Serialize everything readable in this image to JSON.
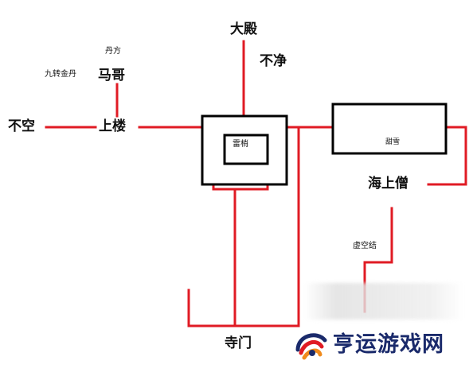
{
  "colors": {
    "line": "#e01b24",
    "box": "#000000",
    "text": "#111111",
    "watermark_text": "#1a2a6b"
  },
  "labels": {
    "dadian": "大殿",
    "bujing": "不净",
    "danfang": "丹方",
    "jiuzhuan": "九转金丹",
    "mage": "马哥",
    "bukong": "不空",
    "shanglou": "上楼",
    "leishao": "雷梢",
    "tianxue": "甜雪",
    "haishangseng": "海上僧",
    "xukongjie": "虚空结",
    "simen": "寺门"
  },
  "watermark": {
    "text": "亨运游戏网",
    "logo_icon": "swirl-logo-icon"
  }
}
